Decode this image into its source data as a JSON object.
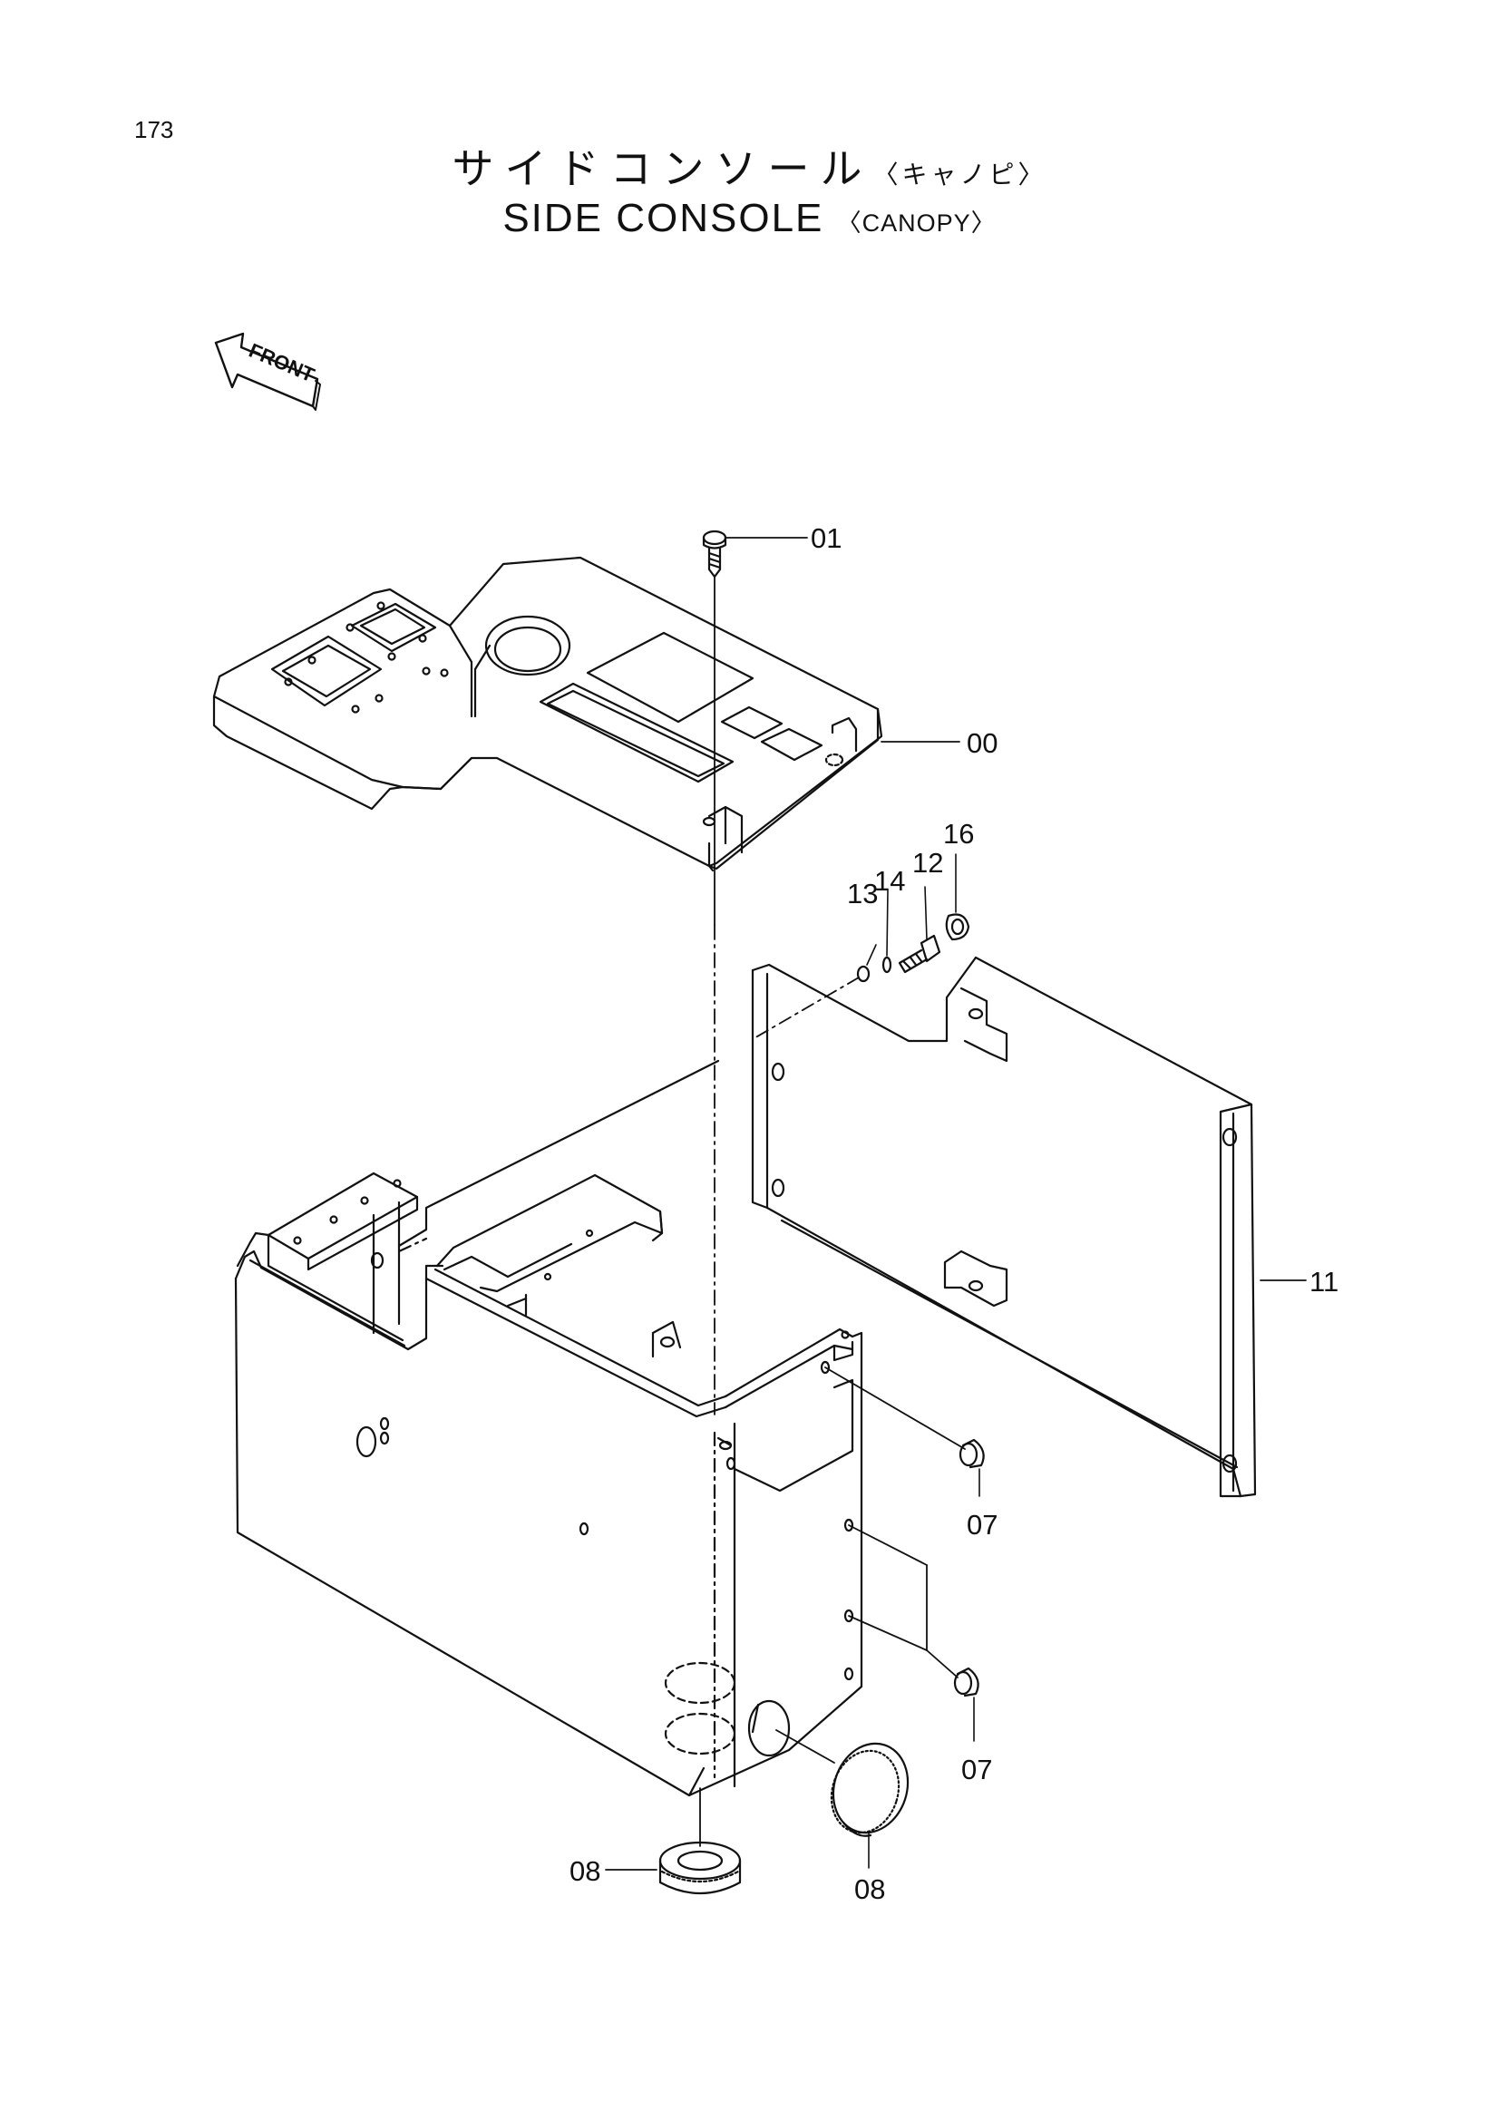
{
  "page_number": "173",
  "title": {
    "japanese": "サイドコンソール",
    "japanese_sub": "〈キャノピ〉",
    "english": "SIDE  CONSOLE",
    "english_sub": "〈CANOPY〉"
  },
  "front_arrow": "FRONT",
  "callouts": {
    "c01": "01",
    "c00": "00",
    "c16": "16",
    "c12": "12",
    "c13": "13",
    "c14": "14",
    "c11": "11",
    "c07a": "07",
    "c07b": "07",
    "c08a": "08",
    "c08b": "08"
  }
}
